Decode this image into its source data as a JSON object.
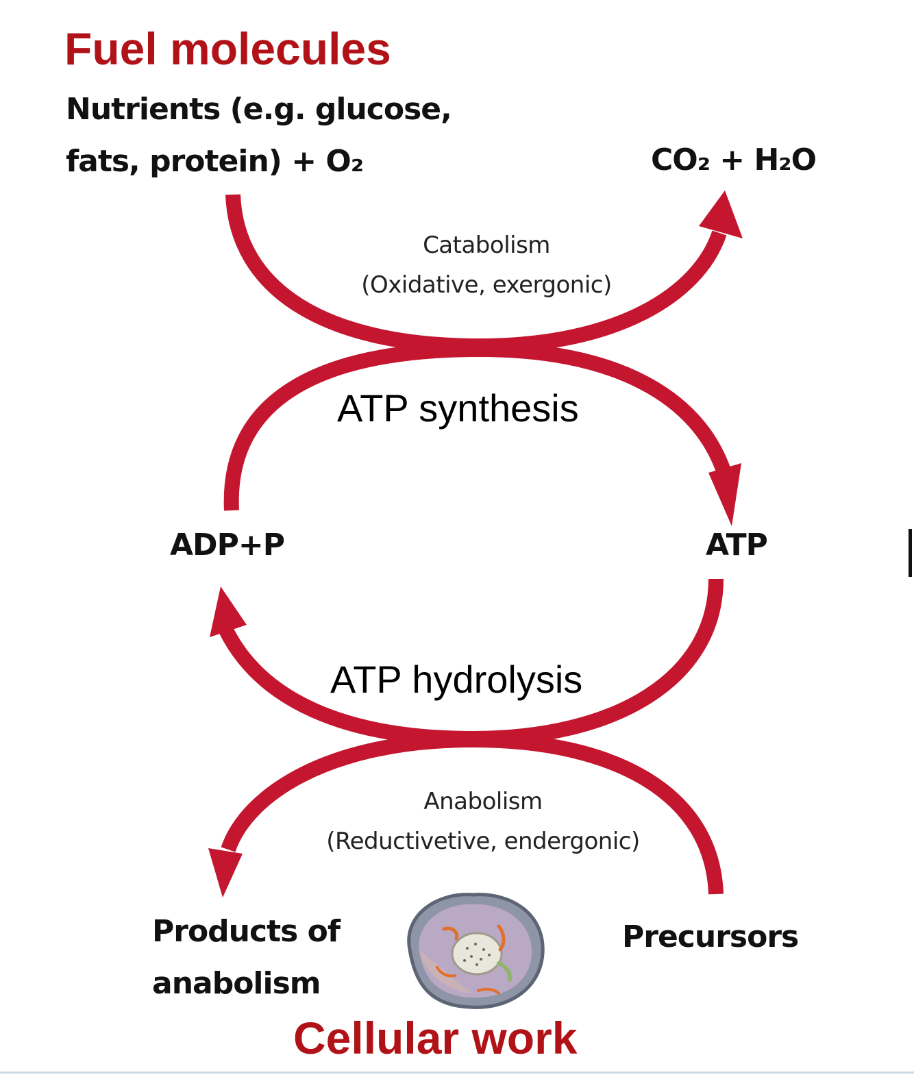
{
  "colors": {
    "arrow": "#c4162f",
    "title": "#b01217"
  },
  "top": {
    "title": "Fuel molecules",
    "nutrients_line1": "Nutrients (e.g. glucose,",
    "nutrients_line2": "fats, protein) + O₂",
    "products": "CO₂ + H₂O"
  },
  "catabolism": {
    "name": "Catabolism",
    "description": "(Oxidative, exergonic)"
  },
  "atp_synthesis": "ATP synthesis",
  "adp": "ADP+P",
  "atp": "ATP",
  "atp_hydrolysis": "ATP hydrolysis",
  "anabolism": {
    "name": "Anabolism",
    "description": "(Reductivetive, endergonic)"
  },
  "bottom": {
    "products_line1": "Products of",
    "products_line2": "anabolism",
    "precursors": "Precursors",
    "title": "Cellular work"
  },
  "cell_image": "cell-illustration"
}
